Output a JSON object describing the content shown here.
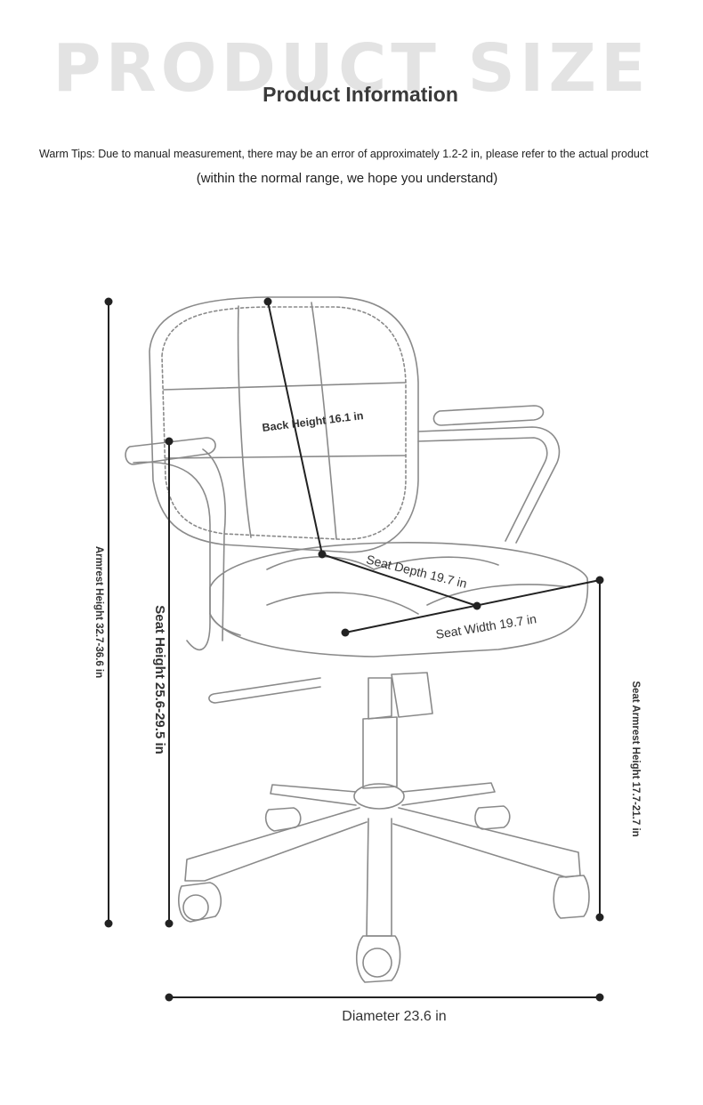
{
  "header": {
    "background_title": "PRODUCT SIZE",
    "title": "Product Information",
    "warm_tips": "Warm Tips: Due to manual measurement, there may be an error of approximately 1.2-2 in, please refer to the actual product",
    "sub_tip": "(within the normal range, we hope you understand)"
  },
  "dimensions": {
    "back_height": "Back Height 16.1 in",
    "seat_depth": "Seat Depth 19.7 in",
    "seat_width": "Seat Width 19.7 in",
    "armrest_height": "Armrest Height 32.7-36.6 in",
    "seat_height": "Seat Height 25.6-29.5 in",
    "seat_armrest_height": "Seat Armrest Height 17.7-21.7 in",
    "diameter": "Diameter 23.6 in"
  },
  "colors": {
    "line": "#222222",
    "sketch": "#8a8a8a",
    "watermark": "#e3e3e3"
  }
}
